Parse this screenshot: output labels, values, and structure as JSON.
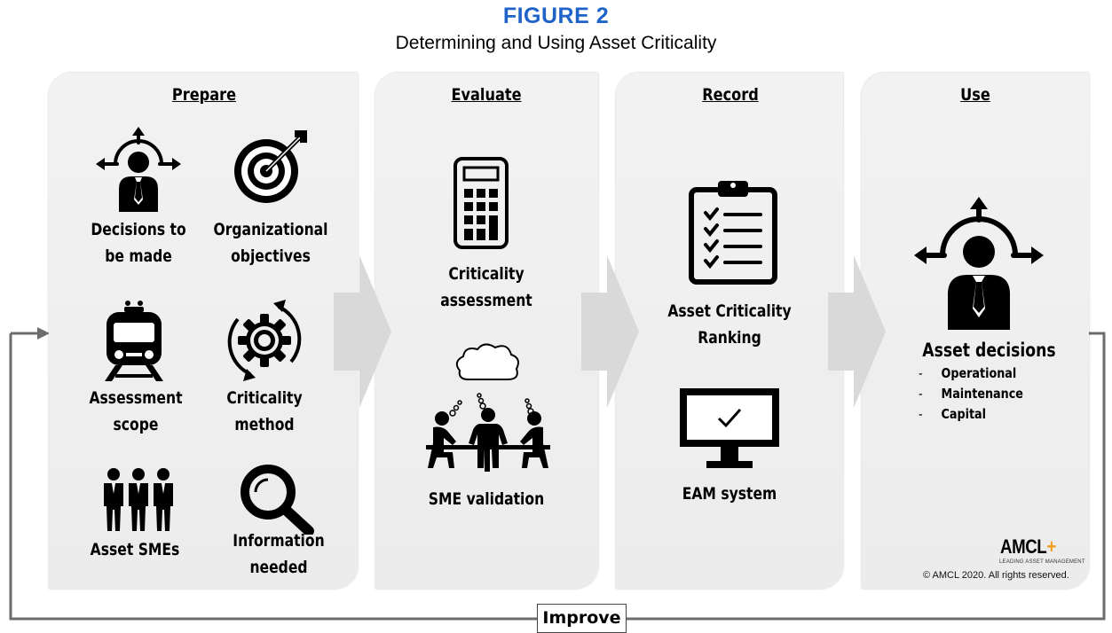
{
  "header": {
    "title": "FIGURE 2",
    "subtitle": "Determining and Using Asset Criticality"
  },
  "stages": {
    "prepare": {
      "heading": "Prepare",
      "items": [
        {
          "line1": "Decisions to",
          "line2": "be made",
          "icon": "person-decision-arrows-icon"
        },
        {
          "line1": "Organizational",
          "line2": "objectives",
          "icon": "target-dart-icon"
        },
        {
          "line1": "Assessment",
          "line2": "scope",
          "icon": "train-icon"
        },
        {
          "line1": "Criticality",
          "line2": "method",
          "icon": "gear-cycle-icon"
        },
        {
          "line1": "Asset SMEs",
          "line2": "",
          "icon": "group-people-icon"
        },
        {
          "line1": "Information",
          "line2": "needed",
          "icon": "magnifier-icon"
        }
      ]
    },
    "evaluate": {
      "heading": "Evaluate",
      "items": [
        {
          "line1": "Criticality",
          "line2": "assessment",
          "icon": "calculator-icon"
        },
        {
          "line1": "SME validation",
          "line2": "",
          "icon": "team-meeting-icon"
        }
      ]
    },
    "record": {
      "heading": "Record",
      "items": [
        {
          "line1": "Asset Criticality",
          "line2": "Ranking",
          "icon": "clipboard-checklist-icon"
        },
        {
          "line1": "EAM system",
          "line2": "",
          "icon": "monitor-check-icon"
        }
      ]
    },
    "use": {
      "heading": "Use",
      "title": "Asset decisions",
      "icon": "person-decision-arrows-icon",
      "list": [
        "Operational",
        "Maintenance",
        "Capital"
      ],
      "dash": "-"
    }
  },
  "loop": {
    "label": "Improve"
  },
  "branding": {
    "logo": "AMCL",
    "logo_plus": "+",
    "logo_tagline": "LEADING ASSET MANAGEMENT",
    "copyright": "© AMCL 2020. All rights reserved."
  },
  "colors": {
    "title": "#1f63c9",
    "panel": "#efefef",
    "arrow": "#d9d9d9",
    "loop_line": "#6d6d6d",
    "logo_plus": "#f39c1f"
  }
}
